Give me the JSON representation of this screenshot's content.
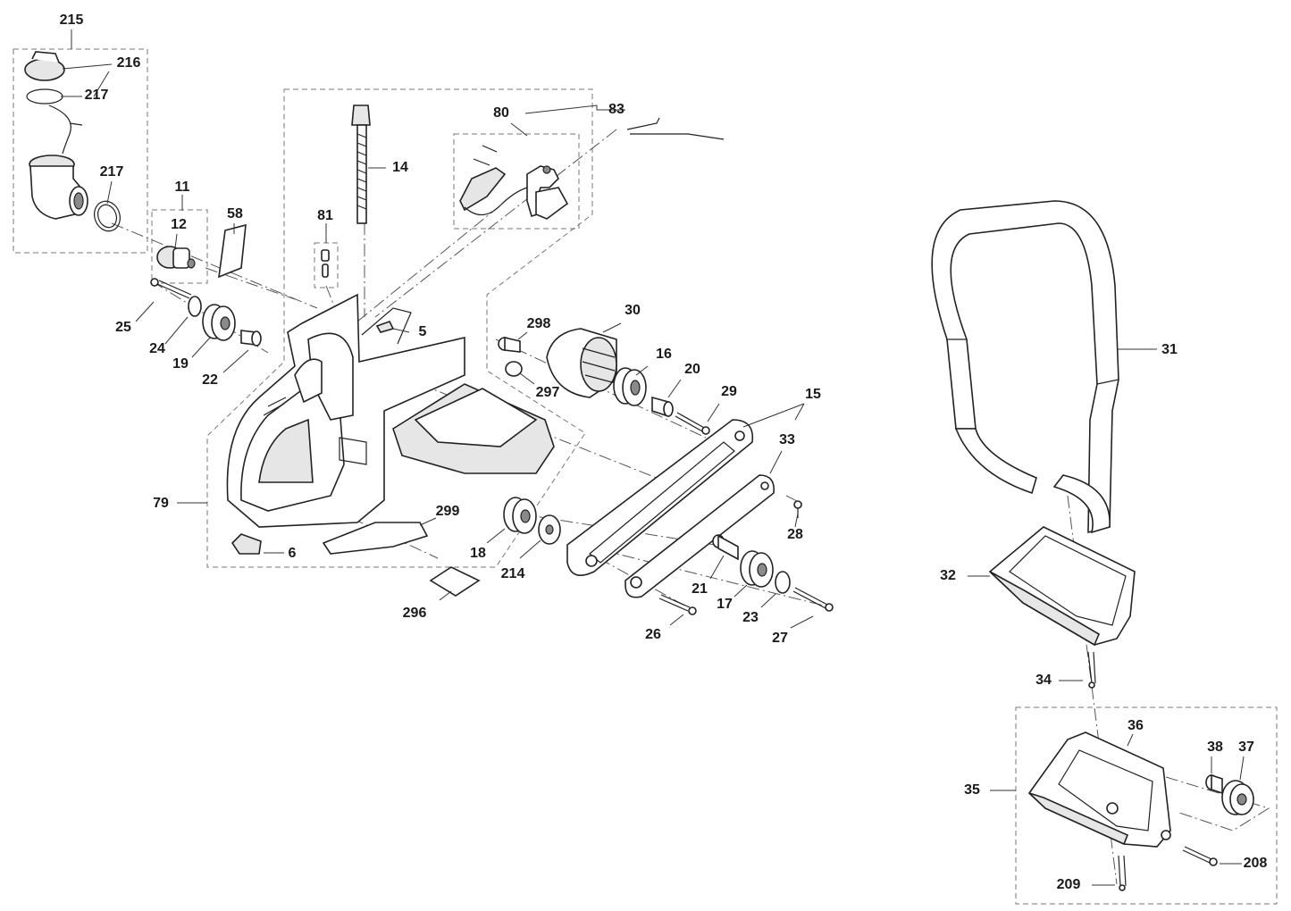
{
  "diagram": {
    "labels": {
      "l215": "215",
      "l216": "216",
      "l217a": "217",
      "l217b": "217",
      "l11": "11",
      "l12": "12",
      "l58": "58",
      "l81": "81",
      "l14": "14",
      "l80": "80",
      "l83": "83",
      "l5": "5",
      "l25": "25",
      "l24": "24",
      "l19": "19",
      "l22": "22",
      "l298": "298",
      "l297": "297",
      "l30": "30",
      "l16": "16",
      "l20": "20",
      "l29": "29",
      "l15": "15",
      "l33": "33",
      "l28": "28",
      "l79": "79",
      "l6": "6",
      "l299": "299",
      "l296": "296",
      "l18": "18",
      "l214": "214",
      "l21": "21",
      "l17": "17",
      "l23": "23",
      "l26": "26",
      "l27": "27",
      "l31": "31",
      "l32": "32",
      "l34": "34",
      "l36": "36",
      "l38": "38",
      "l37": "37",
      "l35": "35",
      "l208": "208",
      "l209": "209"
    }
  }
}
